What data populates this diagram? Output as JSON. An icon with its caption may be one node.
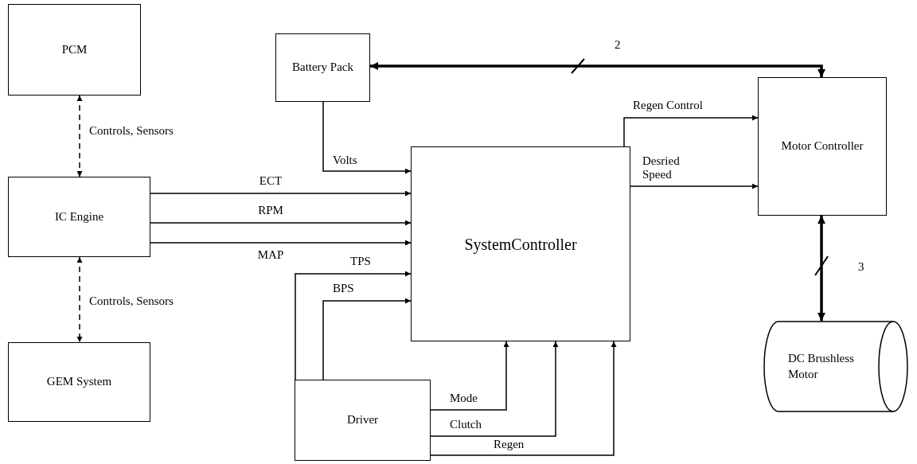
{
  "diagram": {
    "nodes": [
      {
        "text": [
          "PCM"
        ]
      },
      {
        "text": [
          "IC Engine"
        ]
      },
      {
        "text": [
          "GEM System"
        ]
      },
      {
        "text": [
          "Battery Pack"
        ]
      },
      {
        "text": [
          "SystemController"
        ]
      },
      {
        "text": [
          "Driver"
        ]
      },
      {
        "text": [
          "Motor Controller"
        ]
      },
      {
        "text": [
          "DC Brushless Motor"
        ]
      }
    ],
    "edges": [
      {
        "from": 0,
        "to": 1,
        "arrow": "both",
        "style": "dashed",
        "label": "Controls, Sensors"
      },
      {
        "from": 1,
        "to": 2,
        "arrow": "both",
        "style": "dashed",
        "label": "Controls, Sensors"
      },
      {
        "from": 3,
        "to": 6,
        "arrow": "both",
        "style": "thick",
        "label": "2"
      },
      {
        "from": 3,
        "to": 4,
        "arrow": "to",
        "label": "Volts"
      },
      {
        "from": 1,
        "to": 4,
        "arrow": "to",
        "label": "ECT"
      },
      {
        "from": 1,
        "to": 4,
        "arrow": "to",
        "label": "RPM"
      },
      {
        "from": 1,
        "to": 4,
        "arrow": "to",
        "label": "MAP"
      },
      {
        "from": 5,
        "to": 4,
        "arrow": "to",
        "label": "TPS"
      },
      {
        "from": 5,
        "to": 4,
        "arrow": "to",
        "label": "BPS"
      },
      {
        "from": 5,
        "to": 4,
        "arrow": "to",
        "label": "Mode"
      },
      {
        "from": 5,
        "to": 4,
        "arrow": "to",
        "label": "Clutch"
      },
      {
        "from": 5,
        "to": 4,
        "arrow": "to",
        "label": "Regen"
      },
      {
        "from": 4,
        "to": 6,
        "arrow": "to",
        "label": "Regen Control"
      },
      {
        "from": 4,
        "to": 6,
        "arrow": "to",
        "label": "Desried Speed"
      },
      {
        "from": 6,
        "to": 7,
        "arrow": "both",
        "style": "thick",
        "label": "3"
      }
    ]
  }
}
